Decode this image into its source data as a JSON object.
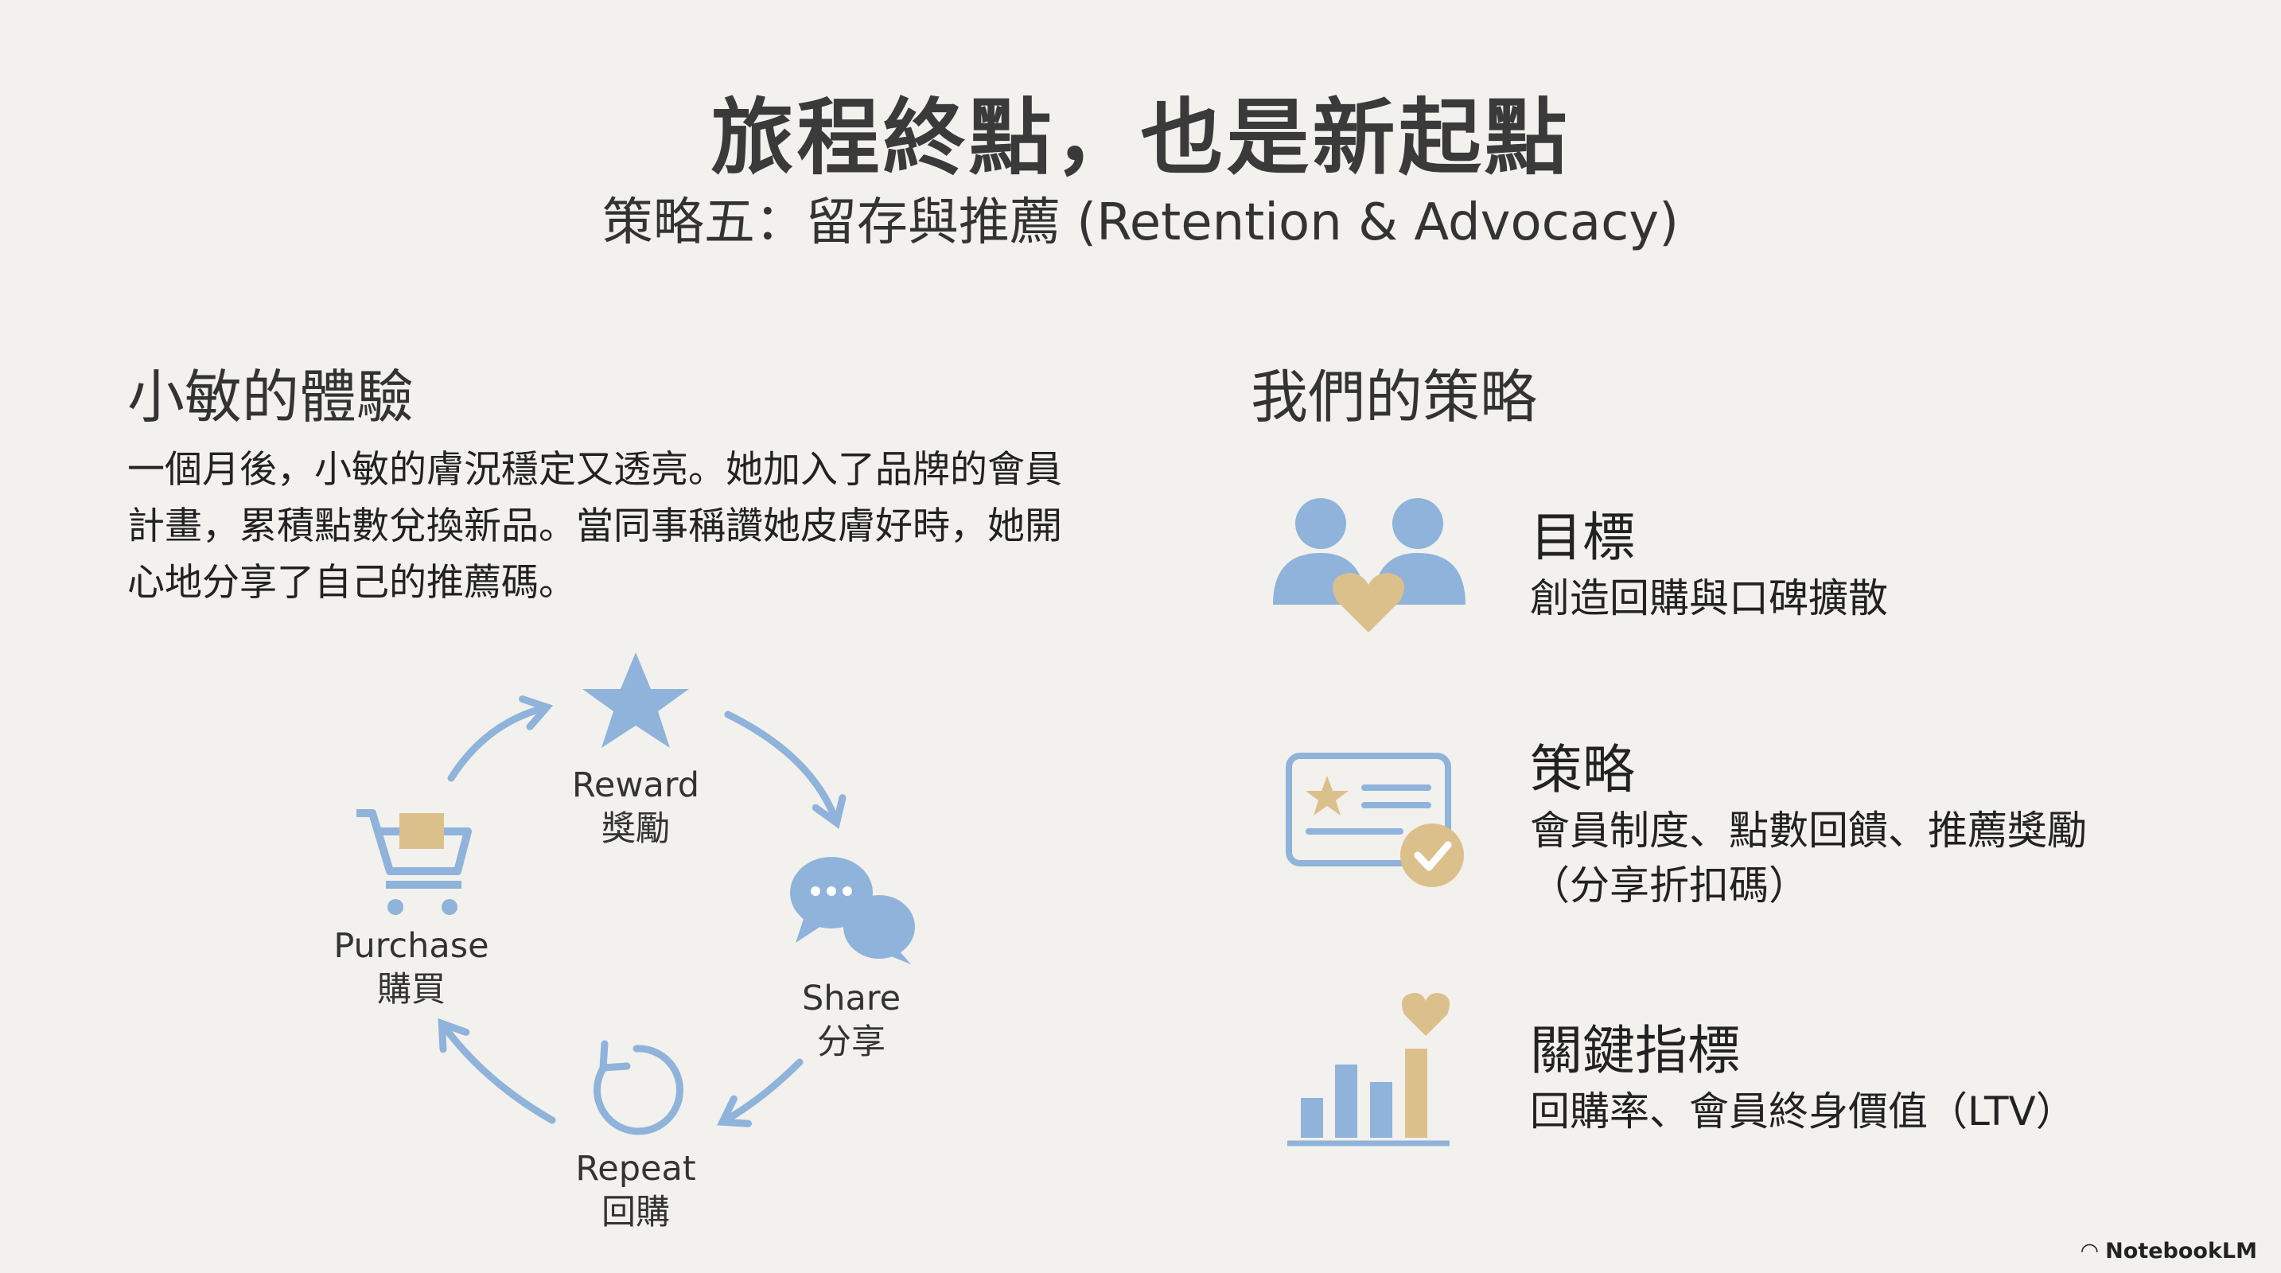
{
  "header": {
    "title": "旅程終點，也是新起點",
    "subtitle": "策略五：留存與推薦 (Retention & Advocacy)"
  },
  "left": {
    "heading": "小敏的體驗",
    "paragraph": "一個月後，小敏的膚況穩定又透亮。她加入了品牌的會員計畫，累積點數兌換新品。當同事稱讚她皮膚好時，她開心地分享了自己的推薦碼。",
    "cycle": [
      {
        "en": "Reward",
        "zh": "獎勵",
        "icon": "star-icon"
      },
      {
        "en": "Share",
        "zh": "分享",
        "icon": "chat-bubbles-icon"
      },
      {
        "en": "Repeat",
        "zh": "回購",
        "icon": "refresh-icon"
      },
      {
        "en": "Purchase",
        "zh": "購買",
        "icon": "cart-icon"
      }
    ]
  },
  "right": {
    "heading": "我們的策略",
    "items": [
      {
        "title": "目標",
        "desc": "創造回購與口碑擴散",
        "icon": "people-heart-icon"
      },
      {
        "title": "策略",
        "desc": "會員制度、點數回饋、推薦獎勵（分享折扣碼）",
        "icon": "member-card-icon"
      },
      {
        "title": "關鍵指標",
        "desc": "回購率、會員終身價值（LTV）",
        "icon": "bar-chart-heart-icon"
      }
    ]
  },
  "footer": {
    "brand": "NotebookLM"
  },
  "colors": {
    "blue": "#8fb3da",
    "tan": "#dcc08c",
    "background": "#f2f1ed"
  }
}
